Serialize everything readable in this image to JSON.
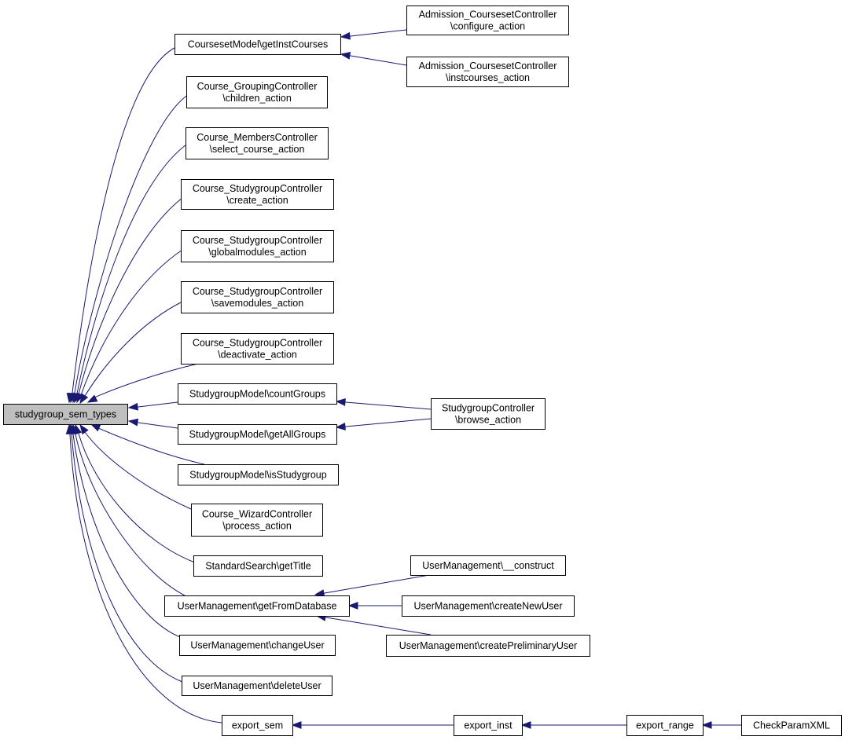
{
  "graph": {
    "edge_color": "#191970",
    "root_fill": "#bfbfbf",
    "nodes": [
      {
        "id": "root",
        "lines": [
          "studygroup_sem_types"
        ],
        "root": true
      },
      {
        "id": "getinstcourses",
        "lines": [
          "CoursesetModel\\getInstCourses"
        ]
      },
      {
        "id": "configure",
        "lines": [
          "Admission_CoursesetController",
          "\\configure_action"
        ]
      },
      {
        "id": "instcourses",
        "lines": [
          "Admission_CoursesetController",
          "\\instcourses_action"
        ]
      },
      {
        "id": "children",
        "lines": [
          "Course_GroupingController",
          "\\children_action"
        ]
      },
      {
        "id": "selectcourse",
        "lines": [
          "Course_MembersController",
          "\\select_course_action"
        ]
      },
      {
        "id": "create",
        "lines": [
          "Course_StudygroupController",
          "\\create_action"
        ]
      },
      {
        "id": "globalmodules",
        "lines": [
          "Course_StudygroupController",
          "\\globalmodules_action"
        ]
      },
      {
        "id": "savemodules",
        "lines": [
          "Course_StudygroupController",
          "\\savemodules_action"
        ]
      },
      {
        "id": "deactivate",
        "lines": [
          "Course_StudygroupController",
          "\\deactivate_action"
        ]
      },
      {
        "id": "countgroups",
        "lines": [
          "StudygroupModel\\countGroups"
        ]
      },
      {
        "id": "getallgroups",
        "lines": [
          "StudygroupModel\\getAllGroups"
        ]
      },
      {
        "id": "browse",
        "lines": [
          "StudygroupController",
          "\\browse_action"
        ]
      },
      {
        "id": "isstudygroup",
        "lines": [
          "StudygroupModel\\isStudygroup"
        ]
      },
      {
        "id": "process",
        "lines": [
          "Course_WizardController",
          "\\process_action"
        ]
      },
      {
        "id": "gettitle",
        "lines": [
          "StandardSearch\\getTitle"
        ]
      },
      {
        "id": "getfromdb",
        "lines": [
          "UserManagement\\getFromDatabase"
        ]
      },
      {
        "id": "construct",
        "lines": [
          "UserManagement\\__construct"
        ]
      },
      {
        "id": "createnewuser",
        "lines": [
          "UserManagement\\createNewUser"
        ]
      },
      {
        "id": "createprelim",
        "lines": [
          "UserManagement\\createPreliminaryUser"
        ]
      },
      {
        "id": "changeuser",
        "lines": [
          "UserManagement\\changeUser"
        ]
      },
      {
        "id": "deleteuser",
        "lines": [
          "UserManagement\\deleteUser"
        ]
      },
      {
        "id": "exportsem",
        "lines": [
          "export_sem"
        ]
      },
      {
        "id": "exportinst",
        "lines": [
          "export_inst"
        ]
      },
      {
        "id": "exportrange",
        "lines": [
          "export_range"
        ]
      },
      {
        "id": "checkparam",
        "lines": [
          "CheckParamXML"
        ]
      }
    ],
    "edges": [
      {
        "from": "getinstcourses",
        "to": "root"
      },
      {
        "from": "children",
        "to": "root"
      },
      {
        "from": "selectcourse",
        "to": "root"
      },
      {
        "from": "create",
        "to": "root"
      },
      {
        "from": "globalmodules",
        "to": "root"
      },
      {
        "from": "savemodules",
        "to": "root"
      },
      {
        "from": "deactivate",
        "to": "root"
      },
      {
        "from": "countgroups",
        "to": "root"
      },
      {
        "from": "getallgroups",
        "to": "root"
      },
      {
        "from": "isstudygroup",
        "to": "root"
      },
      {
        "from": "process",
        "to": "root"
      },
      {
        "from": "gettitle",
        "to": "root"
      },
      {
        "from": "getfromdb",
        "to": "root"
      },
      {
        "from": "changeuser",
        "to": "root"
      },
      {
        "from": "deleteuser",
        "to": "root"
      },
      {
        "from": "exportsem",
        "to": "root"
      },
      {
        "from": "configure",
        "to": "getinstcourses"
      },
      {
        "from": "instcourses",
        "to": "getinstcourses"
      },
      {
        "from": "browse",
        "to": "countgroups"
      },
      {
        "from": "browse",
        "to": "getallgroups"
      },
      {
        "from": "construct",
        "to": "getfromdb"
      },
      {
        "from": "createnewuser",
        "to": "getfromdb"
      },
      {
        "from": "createprelim",
        "to": "getfromdb"
      },
      {
        "from": "exportinst",
        "to": "exportsem"
      },
      {
        "from": "exportrange",
        "to": "exportinst"
      },
      {
        "from": "checkparam",
        "to": "exportrange"
      }
    ]
  }
}
